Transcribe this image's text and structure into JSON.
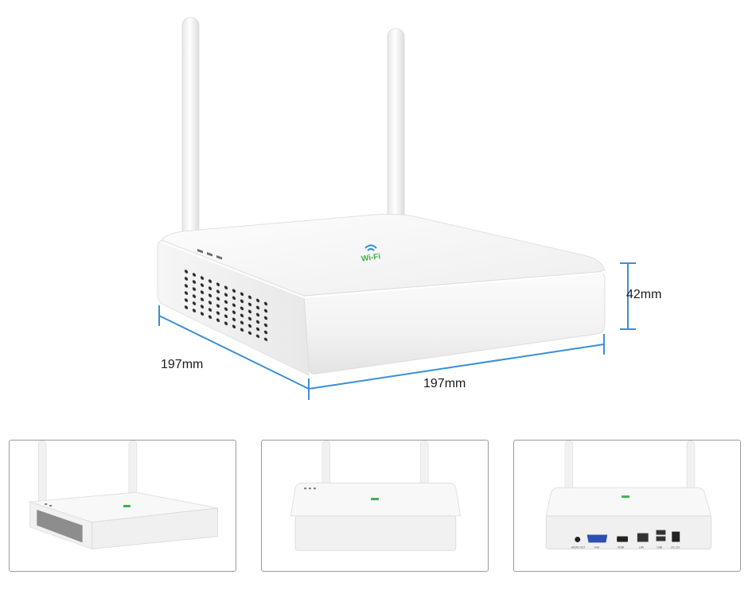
{
  "dimensions": {
    "height": "42mm",
    "depth": "197mm",
    "width": "197mm"
  },
  "logo_text": "Wi-Fi",
  "rear_port_labels": [
    "AUDIO OUT",
    "VGA",
    "HDMI",
    "LAN",
    "USB",
    "DC 12V"
  ],
  "colors": {
    "dimension_line": "#3b8fd6",
    "device_body": "#f4f4f4",
    "logo_green": "#3db04b",
    "logo_blue": "#2a8bd0"
  },
  "thumbnails": [
    {
      "view": "angled-left"
    },
    {
      "view": "front"
    },
    {
      "view": "rear"
    }
  ]
}
